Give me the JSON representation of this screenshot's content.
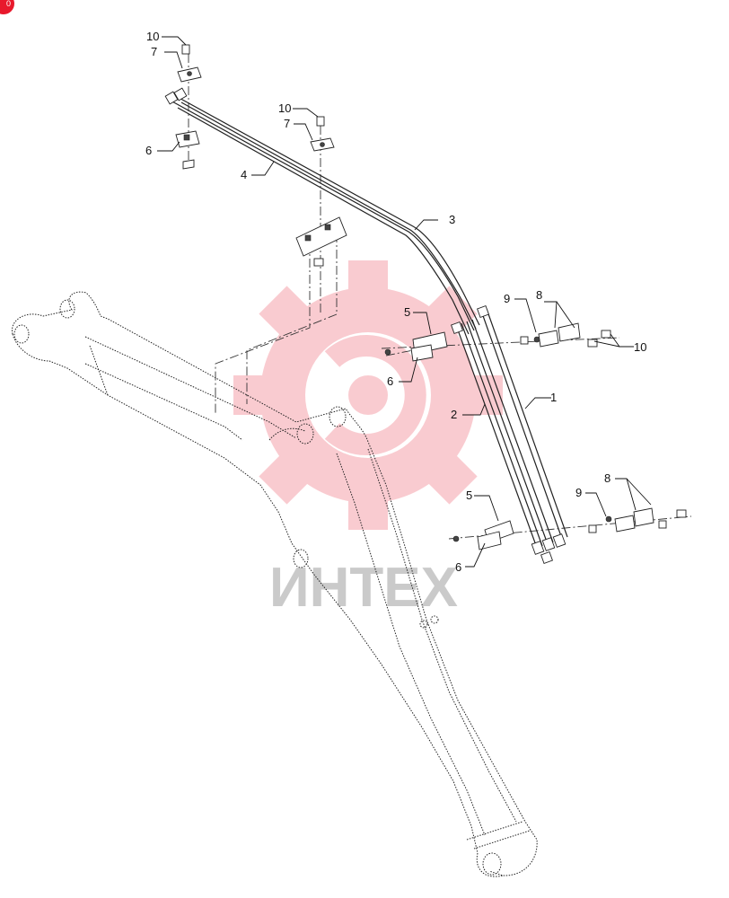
{
  "watermark": {
    "text": "ИНТЕХ",
    "color": "#e8192c"
  },
  "badge": {
    "text": "0",
    "color": "#e8192c"
  },
  "callouts": {
    "c1": "1",
    "c2": "2",
    "c3": "3",
    "c4": "4",
    "c5a": "5",
    "c5b": "5",
    "c6a": "6",
    "c6b": "6",
    "c6c": "6",
    "c7a": "7",
    "c7b": "7",
    "c8a": "8",
    "c8b": "8",
    "c9a": "9",
    "c9b": "9",
    "c10a": "10",
    "c10b": "10",
    "c10c": "10"
  }
}
